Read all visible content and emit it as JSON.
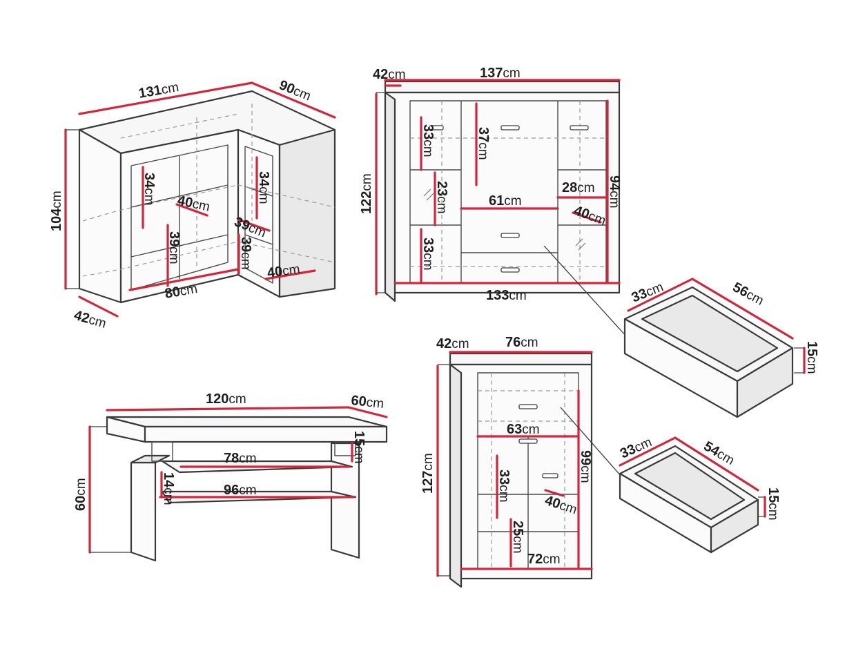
{
  "unit": "cm",
  "corner_cabinet": {
    "width": "131",
    "depth_right": "90",
    "height": "104",
    "depth_left": "42",
    "shelf_left_h": "34",
    "shelf_right_h": "34",
    "inner_depth": "40",
    "low_left_h": "39",
    "low_right_h": "39",
    "corner_depth": "39",
    "base_width": "80",
    "base_right_depth": "40"
  },
  "sideboard": {
    "depth": "42",
    "width": "137",
    "height": "122",
    "left_comp_top": "33",
    "left_comp_mid": "23",
    "left_comp_bottom": "33",
    "center_upper": "37",
    "right_comp_width": "28",
    "right_height": "94",
    "center_width": "61",
    "inner_depth": "40",
    "base_width": "133"
  },
  "drawer_large": {
    "depth": "33",
    "width": "56",
    "height": "15"
  },
  "console_table": {
    "width": "120",
    "depth": "60",
    "height": "60",
    "top_shelf_gap": "15",
    "upper_shelf_w": "78",
    "shelf_gap": "14",
    "lower_shelf_w": "96"
  },
  "highboard": {
    "depth": "42",
    "width": "76",
    "height": "127",
    "drawer_width": "63",
    "right_height": "99",
    "left_comp_h": "33",
    "inner_depth": "40",
    "bottom_comp_h": "25",
    "base_width": "72"
  },
  "drawer_small": {
    "depth": "33",
    "width": "54",
    "height": "15"
  },
  "colors": {
    "dimension_line": "#d3263a",
    "outline": "#3a3a3a",
    "text": "#1e1e1e"
  }
}
